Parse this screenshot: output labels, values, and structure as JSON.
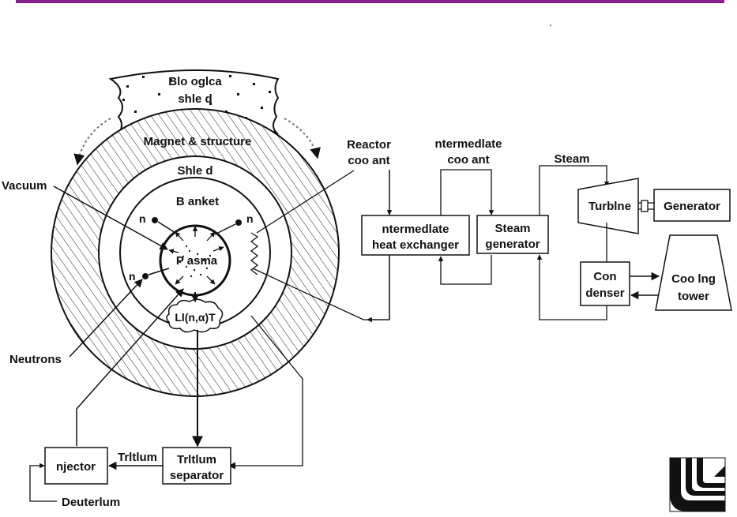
{
  "colors": {
    "header_bar": "#8a1e8f",
    "ink": "#111111",
    "background": "#ffffff"
  },
  "shield_labels": {
    "bio_line1": "Blo oglca",
    "bio_line2": "shle d"
  },
  "zones": {
    "magnet": "Magnet & structure",
    "shield": "Shle d",
    "blanket": "B anket",
    "plasma": "P asma",
    "breeding": "Ll(n,α)T"
  },
  "particles": {
    "neutron": "n"
  },
  "callouts": {
    "vacuum": "Vacuum",
    "neutrons": "Neutrons"
  },
  "loops": {
    "reactor_coolant_1": "Reactor",
    "reactor_coolant_2": "coo ant",
    "intermediate_coolant_1": "ntermedlate",
    "intermediate_coolant_2": "coo ant",
    "steam": "Steam",
    "tritium": "Trltlum",
    "deuterium": "Deuterlum"
  },
  "boxes": {
    "ihx_1": "ntermedlate",
    "ihx_2": "heat exchanger",
    "sg_1": "Steam",
    "sg_2": "generator",
    "turbine": "Turblne",
    "generator": "Generator",
    "condenser_1": "Con",
    "condenser_2": "denser",
    "cooling_1": "Coo lng",
    "cooling_2": "tower",
    "tsep_1": "Trltlum",
    "tsep_2": "separator",
    "injector": "njector"
  },
  "logo": {
    "icon": "university-logo-icon"
  }
}
